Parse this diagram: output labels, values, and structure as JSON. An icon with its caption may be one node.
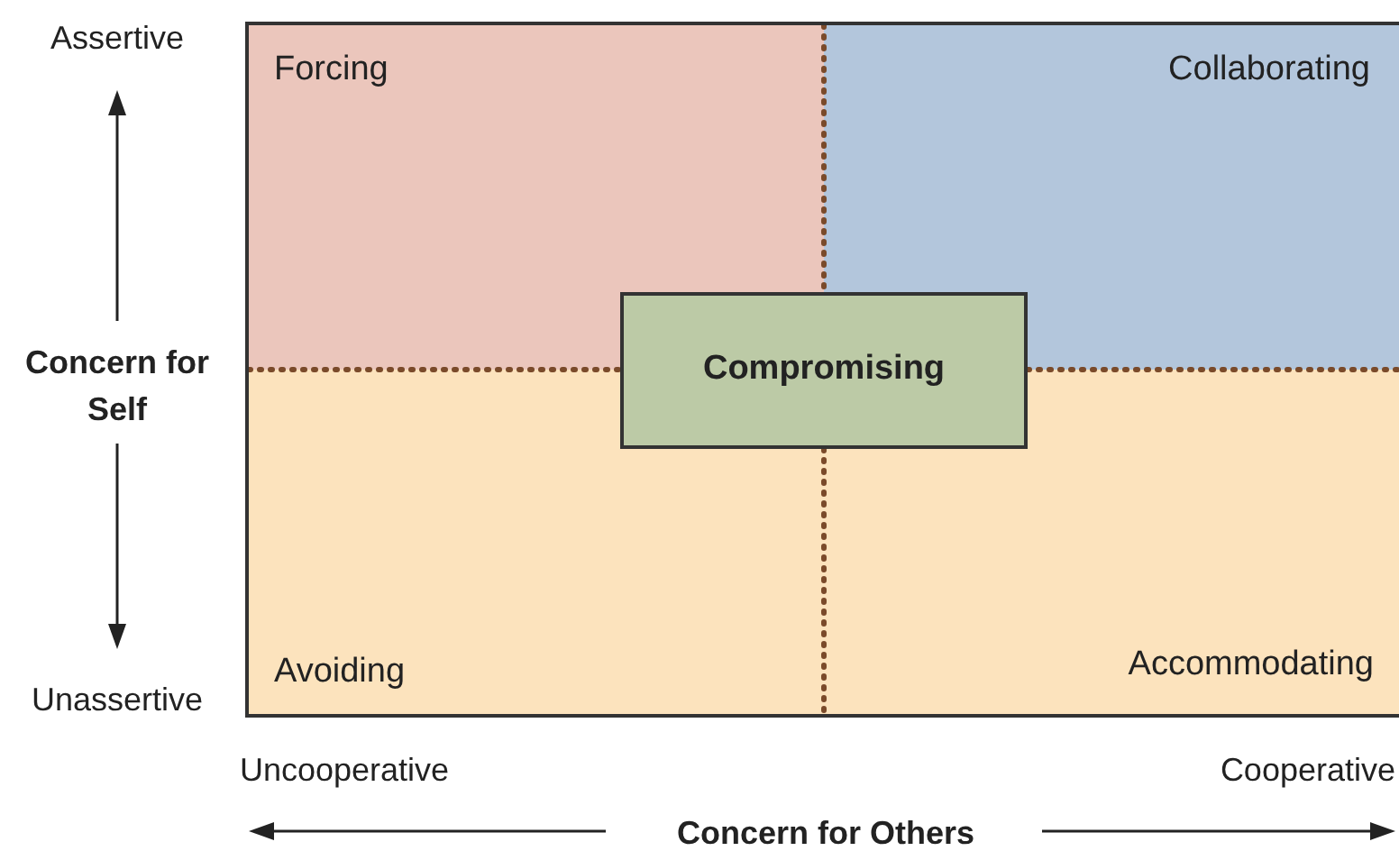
{
  "diagram": {
    "nodes": [
      {
        "text": [
          "Forcing"
        ]
      },
      {
        "text": [
          "Collaborating"
        ]
      },
      {
        "text": [
          "Avoiding"
        ]
      },
      {
        "text": [
          "Accommodating"
        ]
      },
      {
        "text": [
          "Compromising"
        ]
      }
    ],
    "labels": [
      "Assertive",
      "Concern for Self",
      "Unassertive",
      "Uncooperative",
      "Cooperative",
      "Concern for Others"
    ]
  }
}
